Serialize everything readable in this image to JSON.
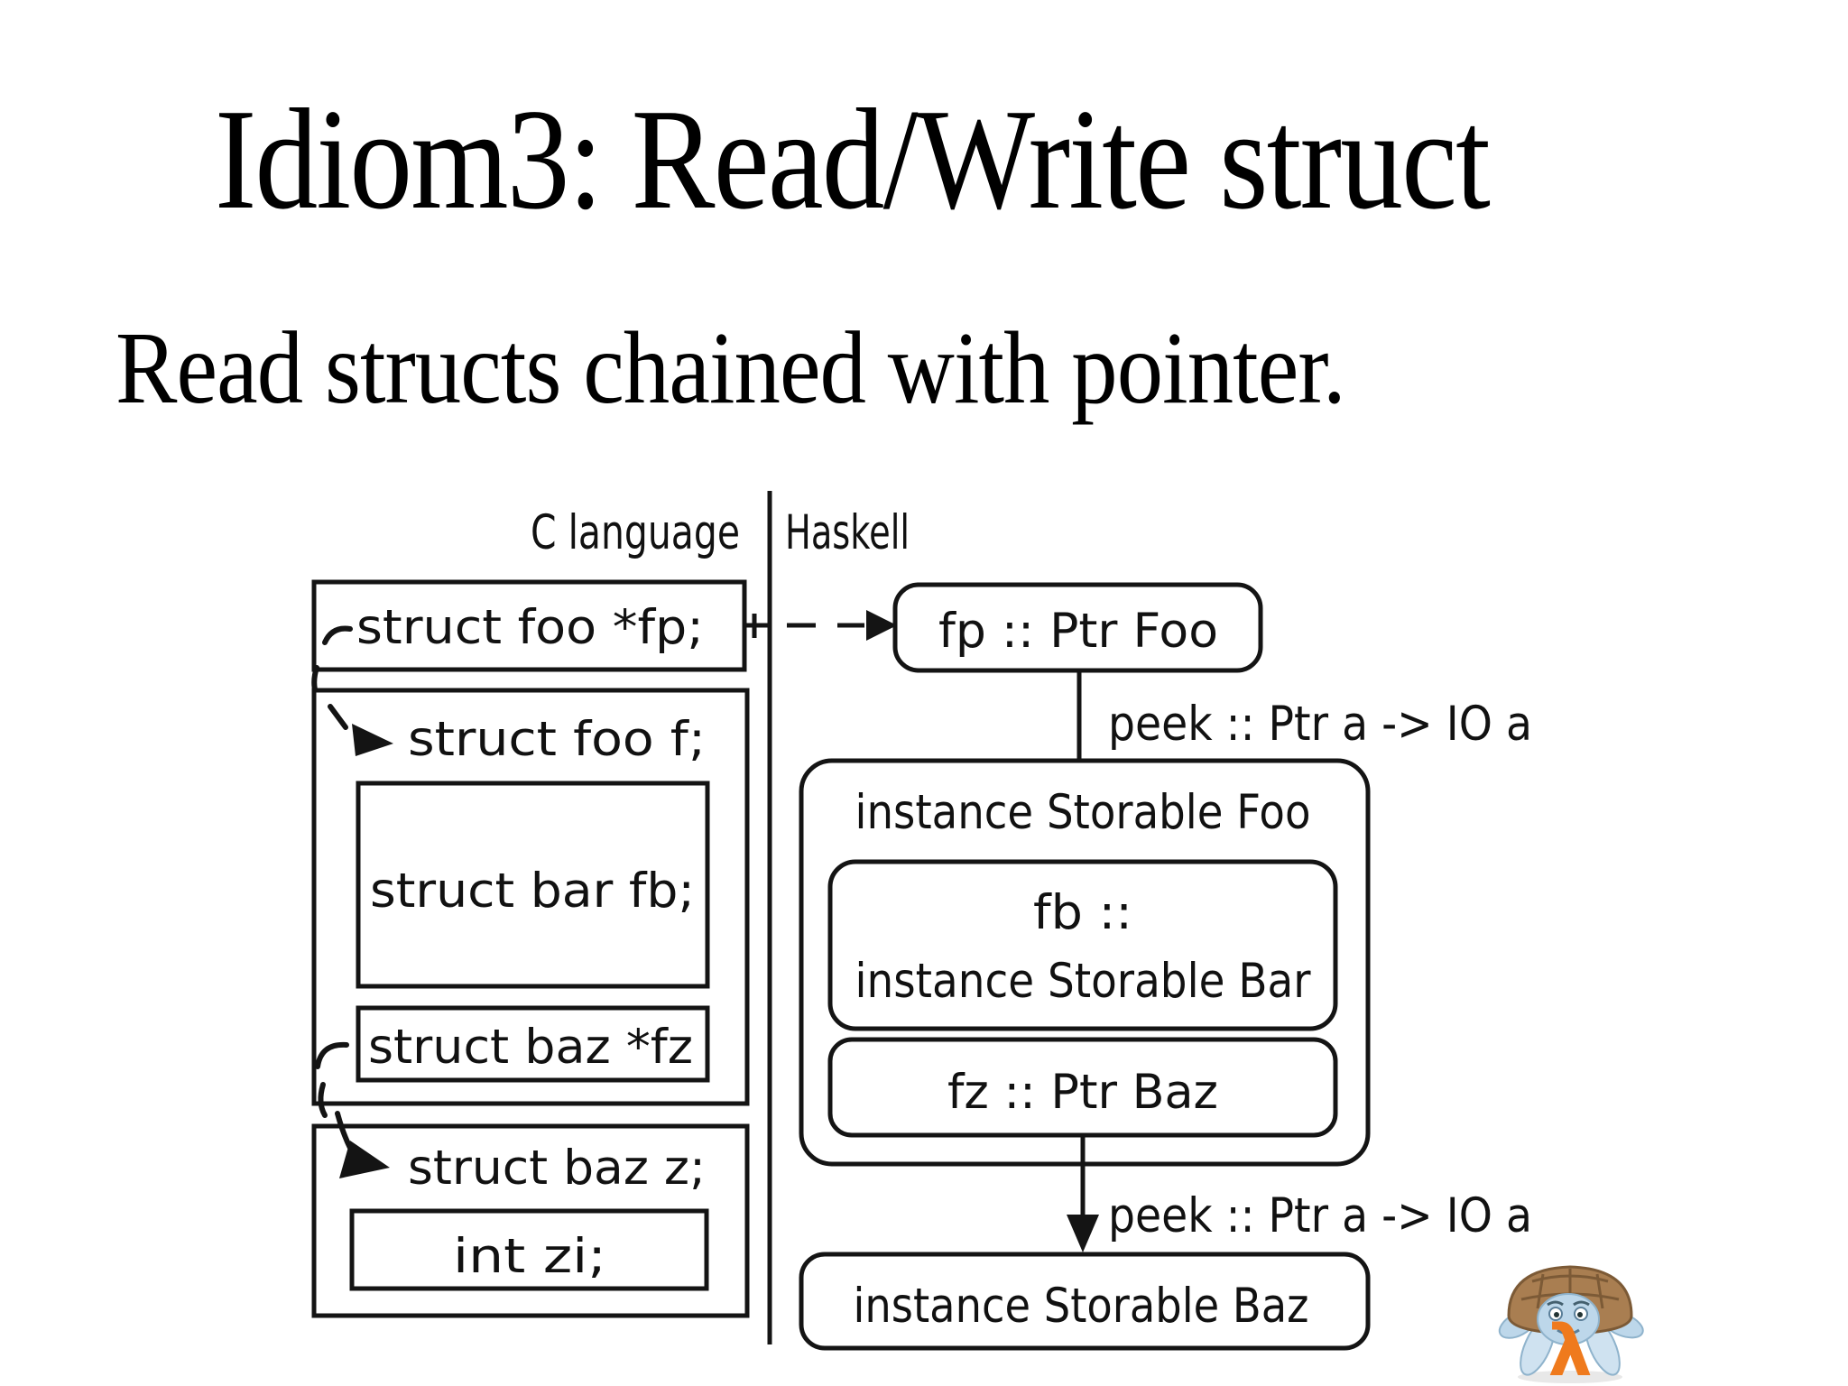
{
  "slide": {
    "title": "Idiom3: Read/Write struct",
    "subtitle": "Read structs chained with pointer."
  },
  "diagram": {
    "columns": {
      "left": "C language",
      "right": "Haskell"
    },
    "c_side": {
      "fp_decl": "struct foo *fp;",
      "foo_decl": "struct foo f;",
      "bar_field": "struct bar fb;",
      "baz_ptr_field": "struct baz *fz",
      "baz_decl": "struct baz z;",
      "int_field": "int zi;"
    },
    "haskell_side": {
      "fp_type": "fp :: Ptr Foo",
      "storable_foo": "instance Storable Foo",
      "fb_line1": "fb ::",
      "fb_line2": "instance Storable Bar",
      "fz_type": "fz :: Ptr Baz",
      "storable_baz": "instance Storable Baz",
      "peek_upper": "peek :: Ptr a -> IO a",
      "peek_lower": "peek :: Ptr a -> IO a"
    }
  },
  "logo": {
    "lambda": "λ",
    "lambda_color": "#ef7a1d",
    "shell_color": "#a97e51",
    "body_color": "#bdd7ea"
  }
}
